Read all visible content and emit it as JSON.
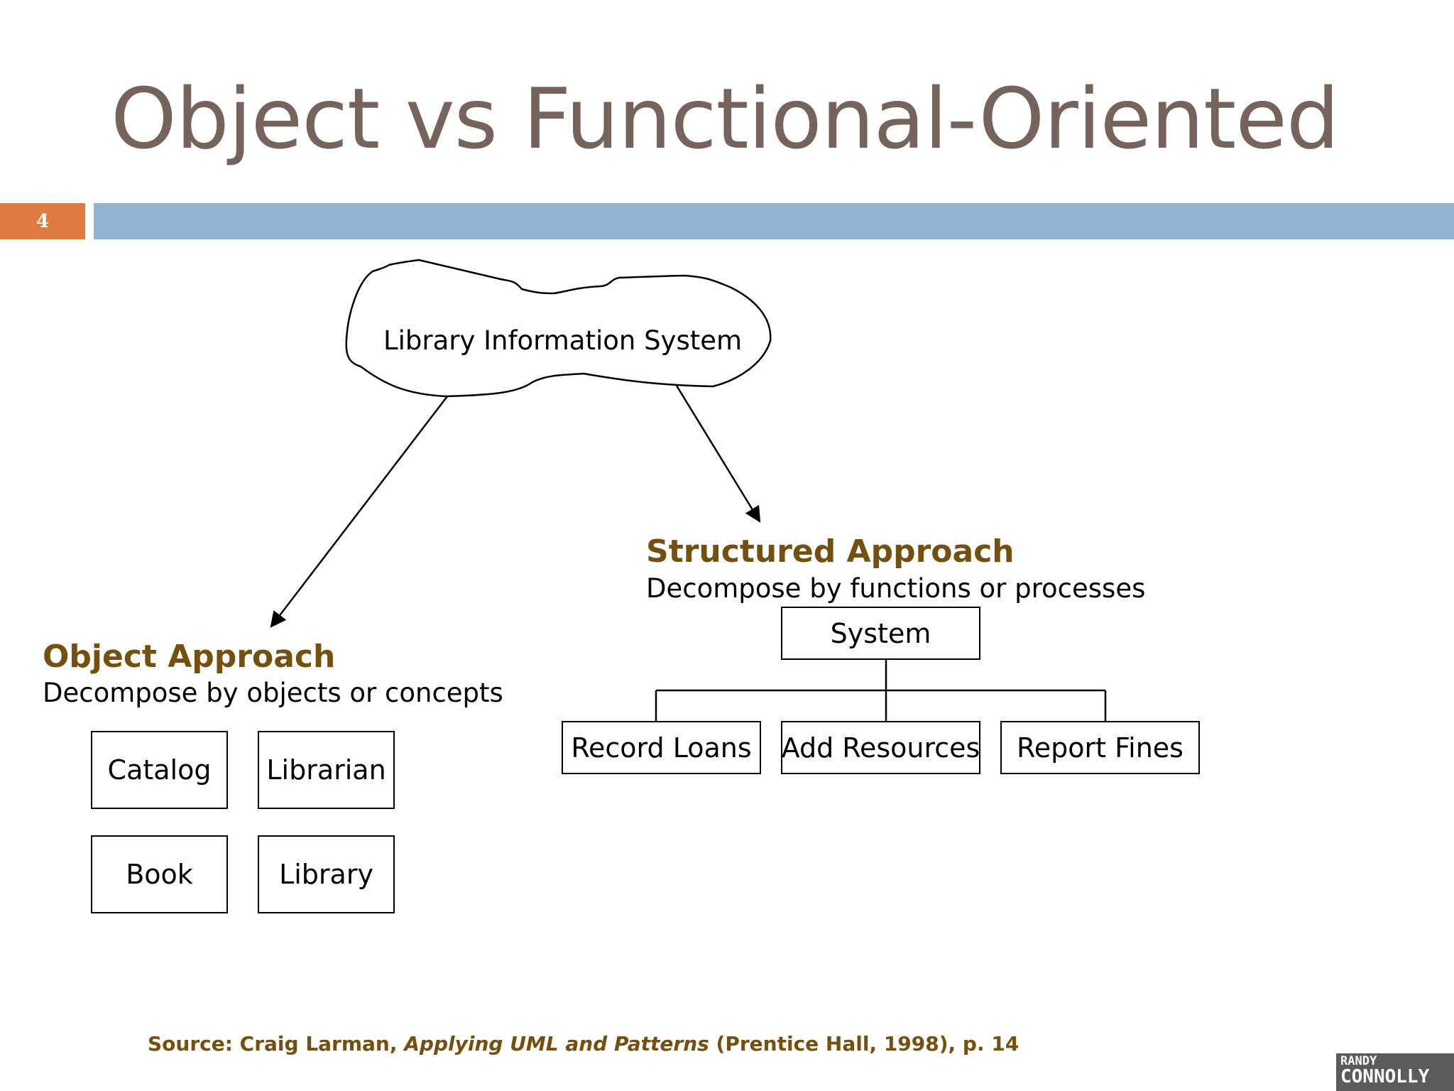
{
  "slide": {
    "title": "Object vs Functional-Oriented",
    "number": "4"
  },
  "diagram": {
    "root": "Library Information System",
    "object_approach": {
      "heading": "Object Approach",
      "description": "Decompose by objects or concepts",
      "boxes": [
        "Catalog",
        "Librarian",
        "Book",
        "Library"
      ]
    },
    "structured_approach": {
      "heading": "Structured Approach",
      "description": "Decompose by functions or processes",
      "root": "System",
      "children": [
        "Record Loans",
        "Add Resources",
        "Report Fines"
      ]
    }
  },
  "source": {
    "prefix": "Source: Craig Larman, ",
    "book": "Applying UML and Patterns",
    "suffix": " (Prentice Hall, 1998), p. 14"
  },
  "logo": {
    "line1": "RANDY",
    "line2": "CONNOLLY"
  }
}
